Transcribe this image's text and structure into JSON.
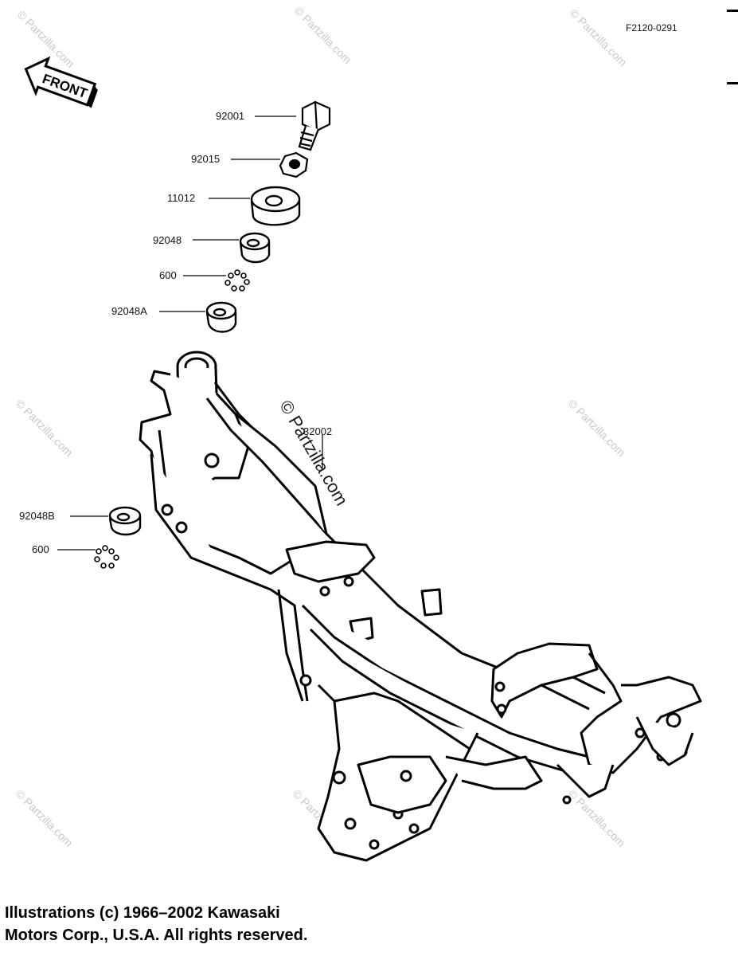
{
  "drawing_number": "F2120-0291",
  "front_arrow_label": "FRONT",
  "watermark": "© Partzilla.com",
  "center_watermark": "© Partzilla.com",
  "callouts": [
    {
      "id": "92001"
    },
    {
      "id": "92015"
    },
    {
      "id": "11012"
    },
    {
      "id": "92048"
    },
    {
      "id": "600"
    },
    {
      "id": "92048A"
    },
    {
      "id": "32002"
    },
    {
      "id": "92048B"
    },
    {
      "id": "600"
    }
  ],
  "copyright": {
    "line1": "Illustrations (c) 1966–2002 Kawasaki",
    "line2": "Motors Corp., U.S.A.  All rights reserved."
  }
}
